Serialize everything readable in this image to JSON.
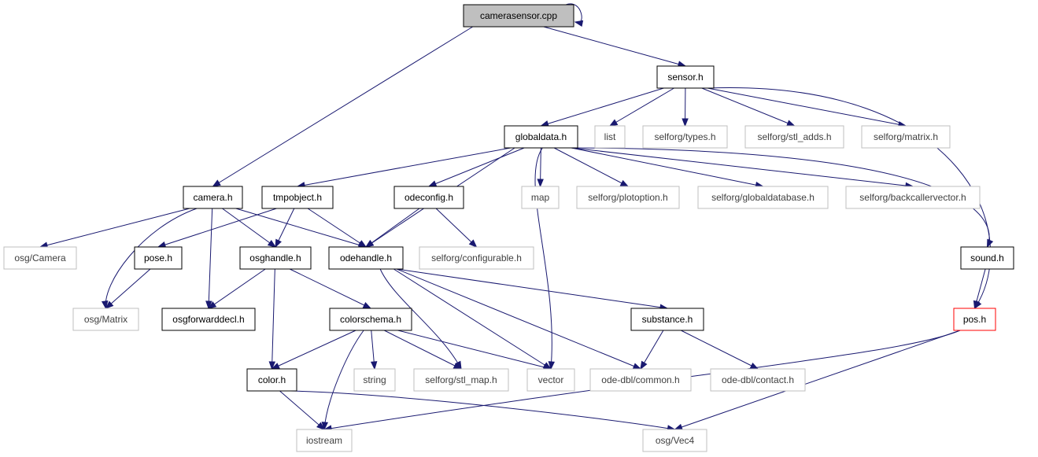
{
  "colors": {
    "edge": "#191970",
    "node_border_local": "#000000",
    "node_border_external": "#bfbfbf",
    "node_border_highlight": "#ff0000",
    "root_fill": "#bfbfbf",
    "text_local": "#000000",
    "text_external": "#404040"
  },
  "nodes": [
    {
      "id": "camerasensor_cpp",
      "label": "camerasensor.cpp",
      "kind": "root"
    },
    {
      "id": "sensor_h",
      "label": "sensor.h",
      "kind": "local"
    },
    {
      "id": "globaldata_h",
      "label": "globaldata.h",
      "kind": "local"
    },
    {
      "id": "list",
      "label": "list",
      "kind": "external"
    },
    {
      "id": "selforg_types_h",
      "label": "selforg/types.h",
      "kind": "external"
    },
    {
      "id": "selforg_stl_adds_h",
      "label": "selforg/stl_adds.h",
      "kind": "external"
    },
    {
      "id": "selforg_matrix_h",
      "label": "selforg/matrix.h",
      "kind": "external"
    },
    {
      "id": "camera_h",
      "label": "camera.h",
      "kind": "local"
    },
    {
      "id": "tmpobject_h",
      "label": "tmpobject.h",
      "kind": "local"
    },
    {
      "id": "odeconfig_h",
      "label": "odeconfig.h",
      "kind": "local"
    },
    {
      "id": "map",
      "label": "map",
      "kind": "external"
    },
    {
      "id": "selforg_plotoption_h",
      "label": "selforg/plotoption.h",
      "kind": "external"
    },
    {
      "id": "selforg_globaldatabase_h",
      "label": "selforg/globaldatabase.h",
      "kind": "external"
    },
    {
      "id": "selforg_backcallervector_h",
      "label": "selforg/backcallervector.h",
      "kind": "external"
    },
    {
      "id": "osg_camera",
      "label": "osg/Camera",
      "kind": "external"
    },
    {
      "id": "pose_h",
      "label": "pose.h",
      "kind": "local"
    },
    {
      "id": "osghandle_h",
      "label": "osghandle.h",
      "kind": "local"
    },
    {
      "id": "odehandle_h",
      "label": "odehandle.h",
      "kind": "local"
    },
    {
      "id": "selforg_configurable_h",
      "label": "selforg/configurable.h",
      "kind": "external"
    },
    {
      "id": "sound_h",
      "label": "sound.h",
      "kind": "local"
    },
    {
      "id": "osg_matrix",
      "label": "osg/Matrix",
      "kind": "external"
    },
    {
      "id": "osgforwarddecl_h",
      "label": "osgforwarddecl.h",
      "kind": "local"
    },
    {
      "id": "colorschema_h",
      "label": "colorschema.h",
      "kind": "local"
    },
    {
      "id": "substance_h",
      "label": "substance.h",
      "kind": "local"
    },
    {
      "id": "pos_h",
      "label": "pos.h",
      "kind": "highlight"
    },
    {
      "id": "color_h",
      "label": "color.h",
      "kind": "local"
    },
    {
      "id": "string",
      "label": "string",
      "kind": "external"
    },
    {
      "id": "selforg_stl_map_h",
      "label": "selforg/stl_map.h",
      "kind": "external"
    },
    {
      "id": "vector",
      "label": "vector",
      "kind": "external"
    },
    {
      "id": "ode_dbl_common_h",
      "label": "ode-dbl/common.h",
      "kind": "external"
    },
    {
      "id": "ode_dbl_contact_h",
      "label": "ode-dbl/contact.h",
      "kind": "external"
    },
    {
      "id": "iostream",
      "label": "iostream",
      "kind": "external"
    },
    {
      "id": "osg_vec4",
      "label": "osg/Vec4",
      "kind": "external"
    }
  ],
  "edges": [
    [
      "camerasensor_cpp",
      "camerasensor_cpp"
    ],
    [
      "camerasensor_cpp",
      "sensor_h"
    ],
    [
      "camerasensor_cpp",
      "camera_h"
    ],
    [
      "sensor_h",
      "globaldata_h"
    ],
    [
      "sensor_h",
      "list"
    ],
    [
      "sensor_h",
      "selforg_types_h"
    ],
    [
      "sensor_h",
      "selforg_stl_adds_h"
    ],
    [
      "sensor_h",
      "selforg_matrix_h"
    ],
    [
      "sensor_h",
      "pos_h"
    ],
    [
      "globaldata_h",
      "tmpobject_h"
    ],
    [
      "globaldata_h",
      "odehandle_h"
    ],
    [
      "globaldata_h",
      "odeconfig_h"
    ],
    [
      "globaldata_h",
      "map"
    ],
    [
      "globaldata_h",
      "vector"
    ],
    [
      "globaldata_h",
      "selforg_plotoption_h"
    ],
    [
      "globaldata_h",
      "selforg_globaldatabase_h"
    ],
    [
      "globaldata_h",
      "selforg_backcallervector_h"
    ],
    [
      "globaldata_h",
      "sound_h"
    ],
    [
      "camera_h",
      "osg_camera"
    ],
    [
      "camera_h",
      "osg_matrix"
    ],
    [
      "camera_h",
      "osgforwarddecl_h"
    ],
    [
      "camera_h",
      "osghandle_h"
    ],
    [
      "camera_h",
      "odehandle_h"
    ],
    [
      "tmpobject_h",
      "pose_h"
    ],
    [
      "tmpobject_h",
      "osghandle_h"
    ],
    [
      "tmpobject_h",
      "odehandle_h"
    ],
    [
      "odeconfig_h",
      "odehandle_h"
    ],
    [
      "odeconfig_h",
      "selforg_configurable_h"
    ],
    [
      "pose_h",
      "osg_matrix"
    ],
    [
      "osghandle_h",
      "osgforwarddecl_h"
    ],
    [
      "osghandle_h",
      "color_h"
    ],
    [
      "osghandle_h",
      "colorschema_h"
    ],
    [
      "odehandle_h",
      "substance_h"
    ],
    [
      "odehandle_h",
      "selforg_stl_map_h"
    ],
    [
      "odehandle_h",
      "vector"
    ],
    [
      "odehandle_h",
      "ode_dbl_common_h"
    ],
    [
      "colorschema_h",
      "color_h"
    ],
    [
      "colorschema_h",
      "iostream"
    ],
    [
      "colorschema_h",
      "string"
    ],
    [
      "colorschema_h",
      "selforg_stl_map_h"
    ],
    [
      "colorschema_h",
      "vector"
    ],
    [
      "color_h",
      "iostream"
    ],
    [
      "color_h",
      "osg_vec4"
    ],
    [
      "substance_h",
      "ode_dbl_common_h"
    ],
    [
      "substance_h",
      "ode_dbl_contact_h"
    ],
    [
      "sound_h",
      "pos_h"
    ],
    [
      "pos_h",
      "iostream"
    ],
    [
      "pos_h",
      "osg_vec4"
    ]
  ]
}
